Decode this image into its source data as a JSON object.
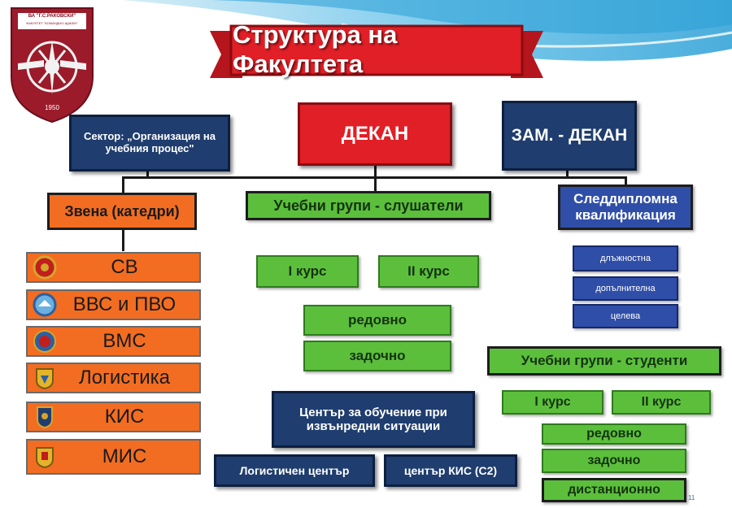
{
  "logo": {
    "top_text": "ВА \"Г.С.РАКОВСКИ\"",
    "sub_text": "ФАКУЛТЕТ \"КОМАНДНО-ЩАБЕН\"",
    "year": "1950"
  },
  "title": "Структура на Факултета",
  "top_row": {
    "sector": "Сектор: „Организация на учебния процес\"",
    "dean": "ДЕКАН",
    "deputy": "ЗАМ. - ДЕКАН"
  },
  "second_row": {
    "departments": "Звена (катедри)",
    "groups_listeners": "Учебни групи - слушатели",
    "postgraduate": "Следдипломна квалификация"
  },
  "units": [
    {
      "label": "СВ",
      "icon": "land-forces-emblem-icon"
    },
    {
      "label": "ВВС и ПВО",
      "icon": "air-force-emblem-icon"
    },
    {
      "label": "ВМС",
      "icon": "navy-emblem-icon"
    },
    {
      "label": "Логистика",
      "icon": "logistics-emblem-icon"
    },
    {
      "label": "КИС",
      "icon": "cis-emblem-icon"
    },
    {
      "label": "МИС",
      "icon": "mis-emblem-icon"
    }
  ],
  "listeners": {
    "course1": "I курс",
    "course2": "II курс",
    "regular": "редовно",
    "distance": "задочно"
  },
  "qualification": {
    "position": "длъжностна",
    "additional": "допълнителна",
    "targeted": "целева"
  },
  "students": {
    "title": "Учебни групи - студенти",
    "course1": "I курс",
    "course2": "II курс",
    "regular": "редовно",
    "distance": "задочно",
    "remote": "дистанционно"
  },
  "centers": {
    "emergency": "Център за обучение при извънредни ситуации",
    "logistics": "Логистичен център",
    "cis": "център КИС (С2)"
  },
  "page_number": "11",
  "colors": {
    "red": "#e01f26",
    "navy": "#1f3d6e",
    "blue": "#2f4ea8",
    "green": "#5cbf3c",
    "orange": "#f26d21",
    "header_blue": "#2a9fd6"
  }
}
